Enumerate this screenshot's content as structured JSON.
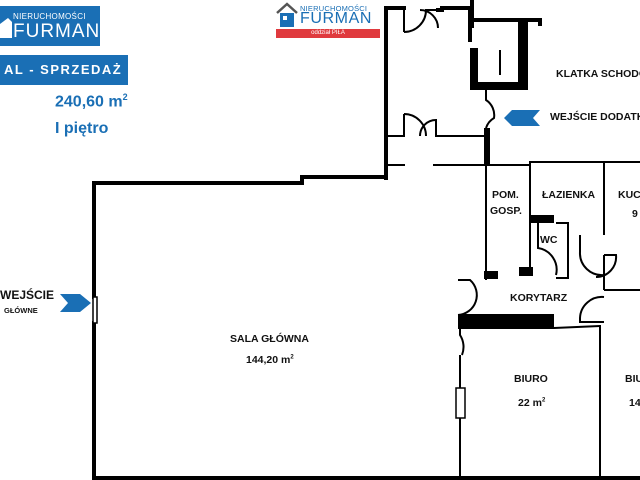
{
  "header": {
    "logo_small": {
      "line1": "NIERUCHOMOŚCI",
      "line2": "FURMAN"
    },
    "logo_center": {
      "line1": "NIERUCHOMOŚCI",
      "line2": "FURMAN",
      "branch": "oddział PIŁA"
    },
    "banner": "AL - SPRZEDAŻ",
    "area_value": "240,60 m",
    "area_unit_sup": "2",
    "floor": "I piętro"
  },
  "colors": {
    "brand_blue": "#1a6fb5",
    "brand_red": "#e03a3e",
    "wall": "#000000"
  },
  "labels": {
    "stairwell": "KLATKA SCHODO",
    "side_entrance": "WEJŚCIE DODATK",
    "main_entrance_1": "WEJŚCIE",
    "main_entrance_2": "GŁÓWNE",
    "utility_1": "POM.",
    "utility_2": "GOSP.",
    "bathroom": "ŁAZIENKA",
    "kitchen": "KUC",
    "kitchen_area": "9",
    "wc": "WC",
    "corridor": "KORYTARZ",
    "main_hall": "SALA GŁÓWNA",
    "main_hall_area": "144,20 m",
    "office1": "BIURO",
    "office1_area": "22 m",
    "office2": "BIU",
    "office2_area": "14",
    "sup2": "2"
  },
  "icons": {
    "main_entrance_arrow": "arrow-right-icon",
    "side_entrance_arrow": "arrow-left-icon",
    "logo_house": "house-icon"
  }
}
